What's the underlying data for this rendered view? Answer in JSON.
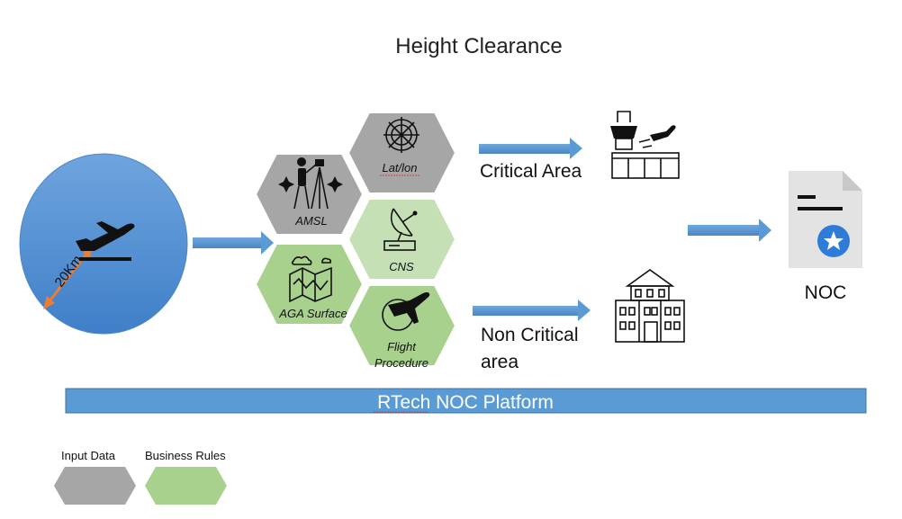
{
  "title": "Height Clearance",
  "radius_label": "20Km",
  "hexagons": {
    "latlon": "Lat/lon",
    "amsl": "AMSL",
    "cns": "CNS",
    "aga": "AGA Surface",
    "flight_line1": "Flight",
    "flight_line2": "Procedure"
  },
  "critical_label": "Critical Area",
  "non_critical_line1": "Non Critical",
  "non_critical_line2": "area",
  "noc_label": "NOC",
  "platform_label": "RTech NOC Platform",
  "legend": {
    "input": "Input Data",
    "rules": "Business Rules"
  },
  "colors": {
    "gray_hex": "#A6A6A6",
    "green_hex": "#A9D18E",
    "light_green_hex": "#C5E0B4",
    "blue_accent": "#5B9BD5",
    "orange_arrow": "#ED7D31"
  },
  "icons": [
    "airplane-takeoff-icon",
    "compass-icon",
    "surveyor-icon",
    "satellite-dish-icon",
    "map-icon",
    "lifebuoy-plane-icon",
    "control-tower-icon",
    "building-icon",
    "certificate-document-icon"
  ]
}
